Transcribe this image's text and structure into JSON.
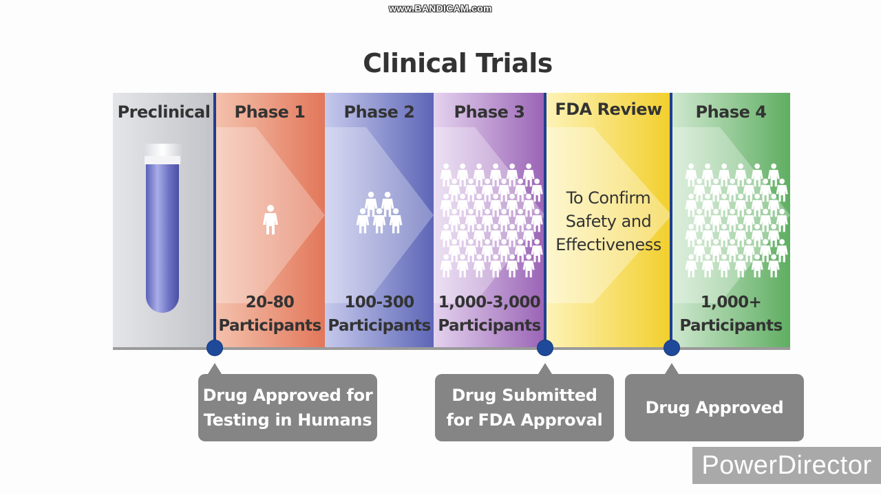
{
  "watermark_top": "www.BANDICAM.com",
  "title": "Clinical Trials",
  "stages": [
    {
      "label": "Preclinical",
      "count": "",
      "participants": "",
      "color": "#c9cbd0"
    },
    {
      "label": "Phase 1",
      "count": "20-80",
      "participants": "Participants",
      "color": "#e98a6a"
    },
    {
      "label": "Phase 2",
      "count": "100-300",
      "participants": "Participants",
      "color": "#7b82c6"
    },
    {
      "label": "Phase 3",
      "count": "1,000-3,000",
      "participants": "Participants",
      "color": "#a879c0"
    },
    {
      "label": "FDA Review",
      "count": "",
      "participants": "",
      "color": "#f3d83a"
    },
    {
      "label": "Phase 4",
      "count": "1,000+",
      "participants": "Participants",
      "color": "#7cbf7e"
    }
  ],
  "fda_review_text": [
    "To Confirm",
    "Safety and",
    "Effectiveness"
  ],
  "milestones": [
    {
      "line1": "Drug Approved for",
      "line2": "Testing in Humans"
    },
    {
      "line1": "Drug Submitted",
      "line2": "for FDA Approval"
    },
    {
      "line1": "Drug Approved",
      "line2": ""
    }
  ],
  "watermark_bottom": "PowerDirector",
  "icons": [
    "test-tube-icon",
    "person-icon"
  ],
  "colors": {
    "timeline_line": "#1f3f8f",
    "callout_bg": "#858585"
  }
}
